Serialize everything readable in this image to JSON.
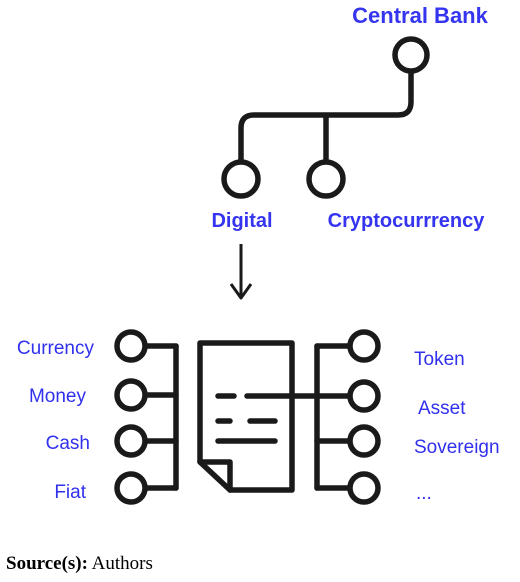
{
  "top": {
    "root_label": "Central Bank",
    "left_label": "Digital",
    "right_label": "Cryptocurrrency"
  },
  "bottom": {
    "left_items": [
      "Currency",
      "Money",
      "Cash",
      "Fiat"
    ],
    "right_items": [
      "Token",
      "Asset",
      "Sovereign",
      "..."
    ]
  },
  "source": {
    "label": "Source(s):",
    "text": "Authors"
  },
  "colors": {
    "label_blue": "#3535f0",
    "line": "#1a1a1a"
  },
  "icons": [
    "document-icon",
    "arrow-down-icon"
  ]
}
